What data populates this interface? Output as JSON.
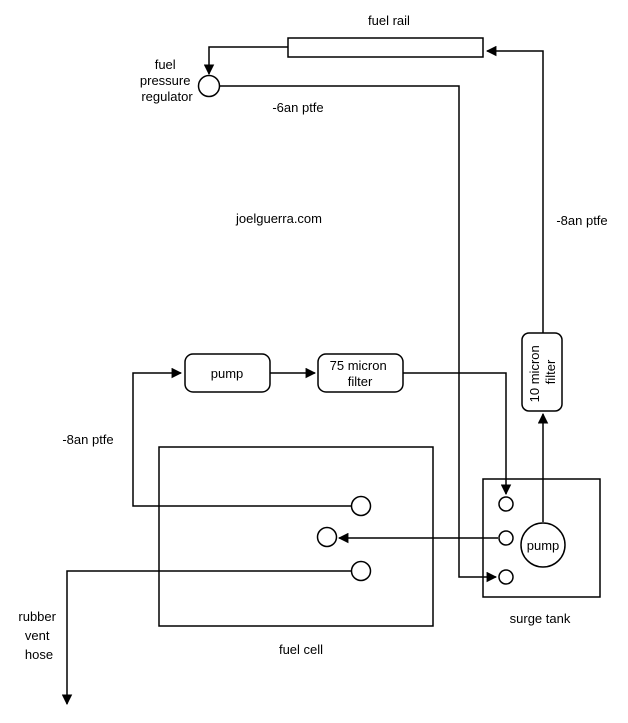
{
  "watermark": "joelguerra.com",
  "nodes": {
    "fuel_rail": {
      "label": "fuel rail"
    },
    "regulator": {
      "label_lines": [
        "fuel",
        "pressure",
        "regulator"
      ]
    },
    "pump": {
      "label": "pump"
    },
    "filter75": {
      "label_lines": [
        "75 micron",
        "filter"
      ]
    },
    "filter10": {
      "label_lines": [
        "10 micron",
        "filter"
      ]
    },
    "fuel_cell": {
      "label": "fuel cell"
    },
    "surge_tank": {
      "label": "surge tank",
      "pump_label": "pump"
    },
    "vent": {
      "label_lines": [
        "rubber",
        "vent",
        "hose"
      ]
    }
  },
  "pipes": {
    "ptfe6": "-6an ptfe",
    "ptfe8_right": "-8an ptfe",
    "ptfe8_left": "-8an ptfe"
  },
  "colors": {
    "stroke": "#000000",
    "background": "#ffffff"
  }
}
